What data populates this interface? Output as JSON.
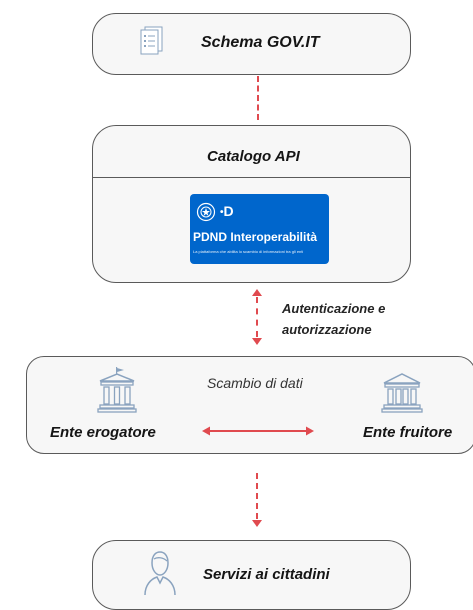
{
  "nodes": {
    "schema": {
      "label": "Schema GOV.IT",
      "icon": "document-list-icon"
    },
    "catalogo": {
      "label": "Catalogo API"
    },
    "pdnd": {
      "badge": "D",
      "title": "PDND Interoperabilità",
      "subtitle": "La piattaforma che abilita lo scambio di informazioni tra gli enti",
      "icon": "italian-emblem-icon",
      "color": "#0066cc"
    },
    "auth": {
      "line1": "Autenticazione e",
      "line2": "autorizzazione"
    },
    "scambio": {
      "title": "Scambio di dati"
    },
    "erogatore": {
      "label": "Ente erogatore",
      "icon": "bank-building-icon"
    },
    "fruitore": {
      "label": "Ente fruitore",
      "icon": "bank-building-icon"
    },
    "servizi": {
      "label": "Servizi ai cittadini",
      "icon": "user-icon"
    }
  },
  "colors": {
    "arrow": "#e04a4f",
    "box_border": "#5a5a5a",
    "box_fill": "#f7f7f7"
  }
}
